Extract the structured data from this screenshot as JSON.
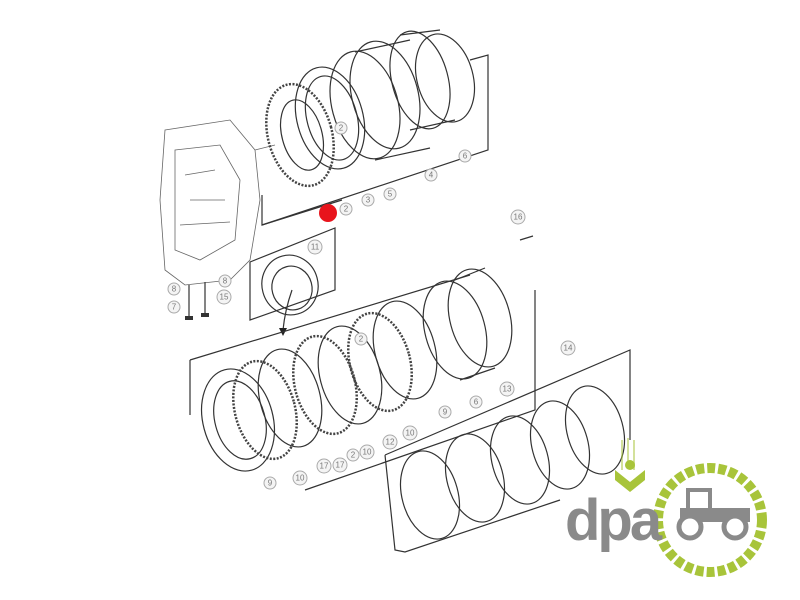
{
  "diagram": {
    "title": "Clutch pack exploded view",
    "callouts": [
      {
        "id": "c-2a",
        "label": "2"
      },
      {
        "id": "c-6a",
        "label": "6"
      },
      {
        "id": "c-4",
        "label": "4"
      },
      {
        "id": "c-5",
        "label": "5"
      },
      {
        "id": "c-3",
        "label": "3"
      },
      {
        "id": "c-2b",
        "label": "2"
      },
      {
        "id": "c-11",
        "label": "11"
      },
      {
        "id": "c-16",
        "label": "16"
      },
      {
        "id": "c-8a",
        "label": "8"
      },
      {
        "id": "c-8b",
        "label": "8"
      },
      {
        "id": "c-15",
        "label": "15"
      },
      {
        "id": "c-7",
        "label": "7"
      },
      {
        "id": "c-2c",
        "label": "2"
      },
      {
        "id": "c-13",
        "label": "13"
      },
      {
        "id": "c-6b",
        "label": "6"
      },
      {
        "id": "c-9a",
        "label": "9"
      },
      {
        "id": "c-10a",
        "label": "10"
      },
      {
        "id": "c-12",
        "label": "12"
      },
      {
        "id": "c-10b",
        "label": "10"
      },
      {
        "id": "c-2d",
        "label": "2"
      },
      {
        "id": "c-17a",
        "label": "17"
      },
      {
        "id": "c-17b",
        "label": "17"
      },
      {
        "id": "c-10c",
        "label": "10"
      },
      {
        "id": "c-9b",
        "label": "9"
      },
      {
        "id": "c-14",
        "label": "14"
      }
    ],
    "highlight_color": "#e8141c"
  },
  "logo": {
    "text": "dpa",
    "gray": "#8a8a8a",
    "green": "#a8c43a"
  }
}
